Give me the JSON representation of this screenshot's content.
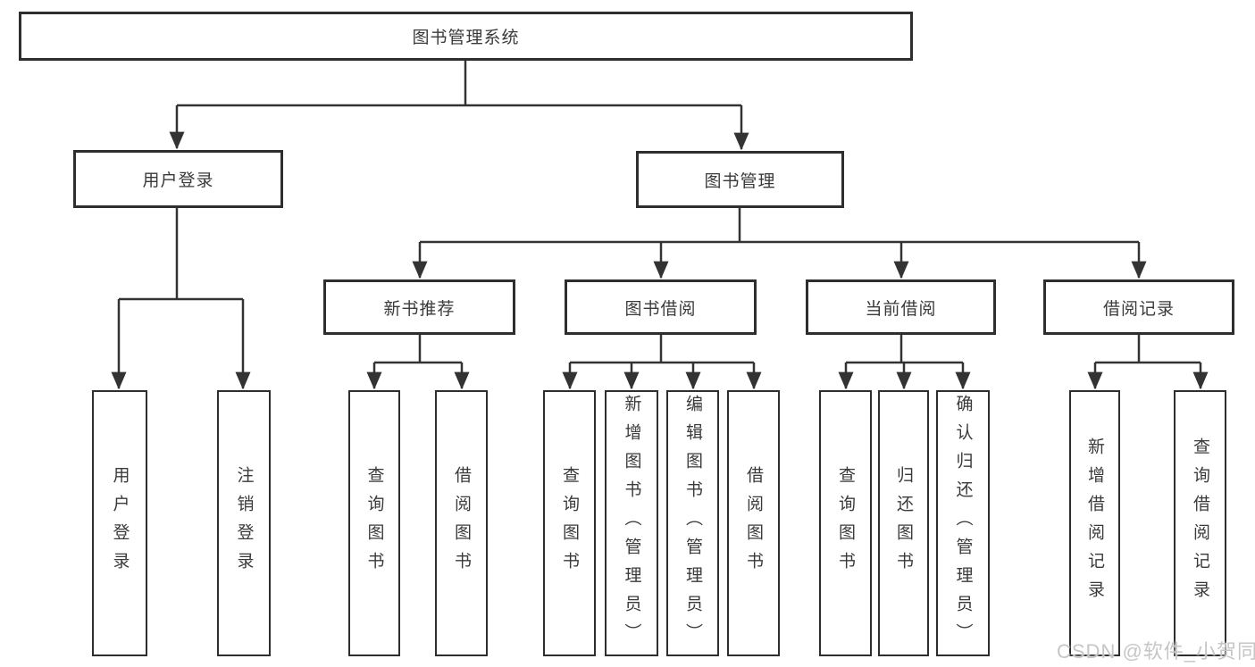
{
  "tree": {
    "root": {
      "label": "图书管理系统",
      "children": [
        {
          "label": "用户登录",
          "children": [
            {
              "label": "用户登录"
            },
            {
              "label": "注销登录"
            }
          ]
        },
        {
          "label": "图书管理",
          "children": [
            {
              "label": "新书推荐",
              "children": [
                {
                  "label": "查询图书"
                },
                {
                  "label": "借阅图书"
                }
              ]
            },
            {
              "label": "图书借阅",
              "children": [
                {
                  "label": "查询图书"
                },
                {
                  "label": "新增图书（管理员）"
                },
                {
                  "label": "编辑图书（管理员）"
                },
                {
                  "label": "借阅图书"
                }
              ]
            },
            {
              "label": "当前借阅",
              "children": [
                {
                  "label": "查询图书"
                },
                {
                  "label": "归还图书"
                },
                {
                  "label": "确认归还（管理员）"
                }
              ]
            },
            {
              "label": "借阅记录",
              "children": [
                {
                  "label": "新增借阅记录"
                },
                {
                  "label": "查询借阅记录"
                }
              ]
            }
          ]
        }
      ]
    }
  },
  "watermark": {
    "text": "CSDN @软件_小贺同学"
  },
  "style": {
    "line_color": "#333333",
    "box_border_color": "#2e2e2e",
    "text_color": "#3a3a3a",
    "watermark_color": "#c3c3c3",
    "background_color": "#ffffff"
  }
}
